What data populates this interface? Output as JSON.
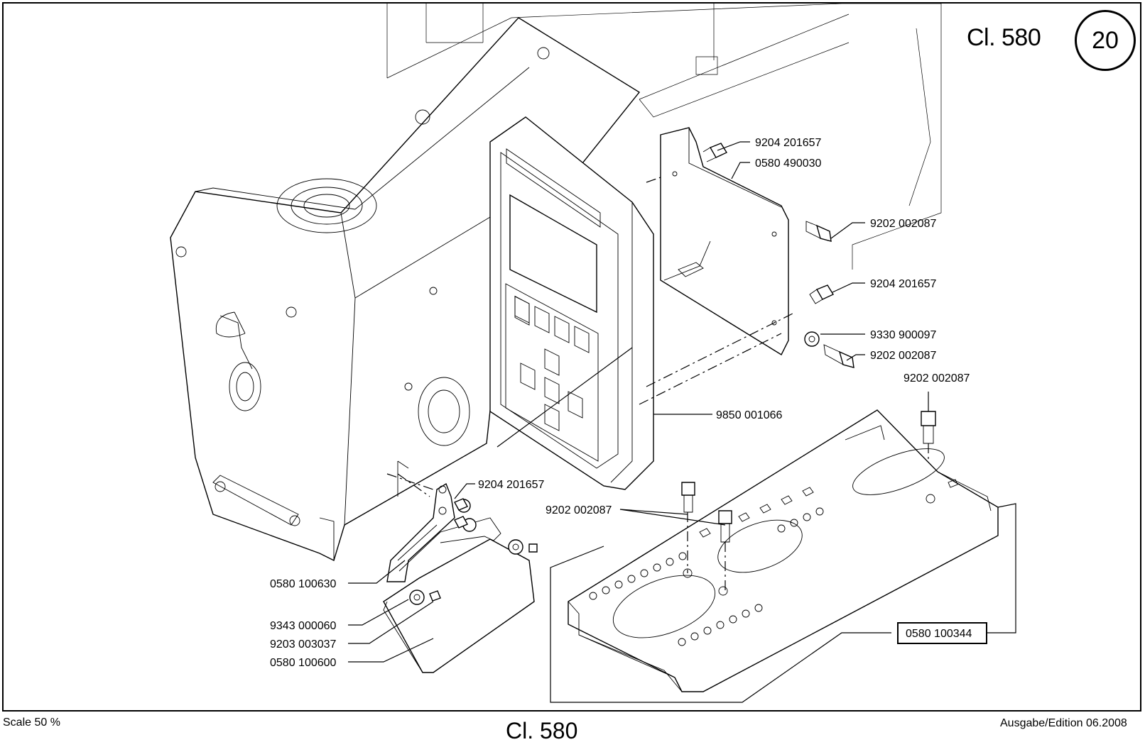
{
  "header": {
    "title": "Cl. 580",
    "page_number": "20"
  },
  "footer": {
    "scale": "Scale 50 %",
    "title": "Cl. 580",
    "edition": "Ausgabe/Edition 06.2008"
  },
  "part_labels": [
    {
      "id": "bracket-screw-top",
      "text": "9204 201657"
    },
    {
      "id": "mounting-bracket",
      "text": "0580 490030"
    },
    {
      "id": "bracket-screw-right-top",
      "text": "9202 002087"
    },
    {
      "id": "bracket-screw-right-mid",
      "text": "9204 201657"
    },
    {
      "id": "washer",
      "text": "9330 900097"
    },
    {
      "id": "bracket-screw-right-low",
      "text": "9202 002087"
    },
    {
      "id": "cover-screw-right",
      "text": "9202 002087"
    },
    {
      "id": "control-panel",
      "text": "9850 001066"
    },
    {
      "id": "hinge-screw",
      "text": "9204 201657"
    },
    {
      "id": "cover-screws-center",
      "text": "9202 002087"
    },
    {
      "id": "hinge-bracket",
      "text": "0580 100630"
    },
    {
      "id": "small-washer",
      "text": "9343 000060"
    },
    {
      "id": "small-screw",
      "text": "9203 003037"
    },
    {
      "id": "flap-plate",
      "text": "0580 100600"
    },
    {
      "id": "cover-plate",
      "text": "0580 100344"
    }
  ]
}
